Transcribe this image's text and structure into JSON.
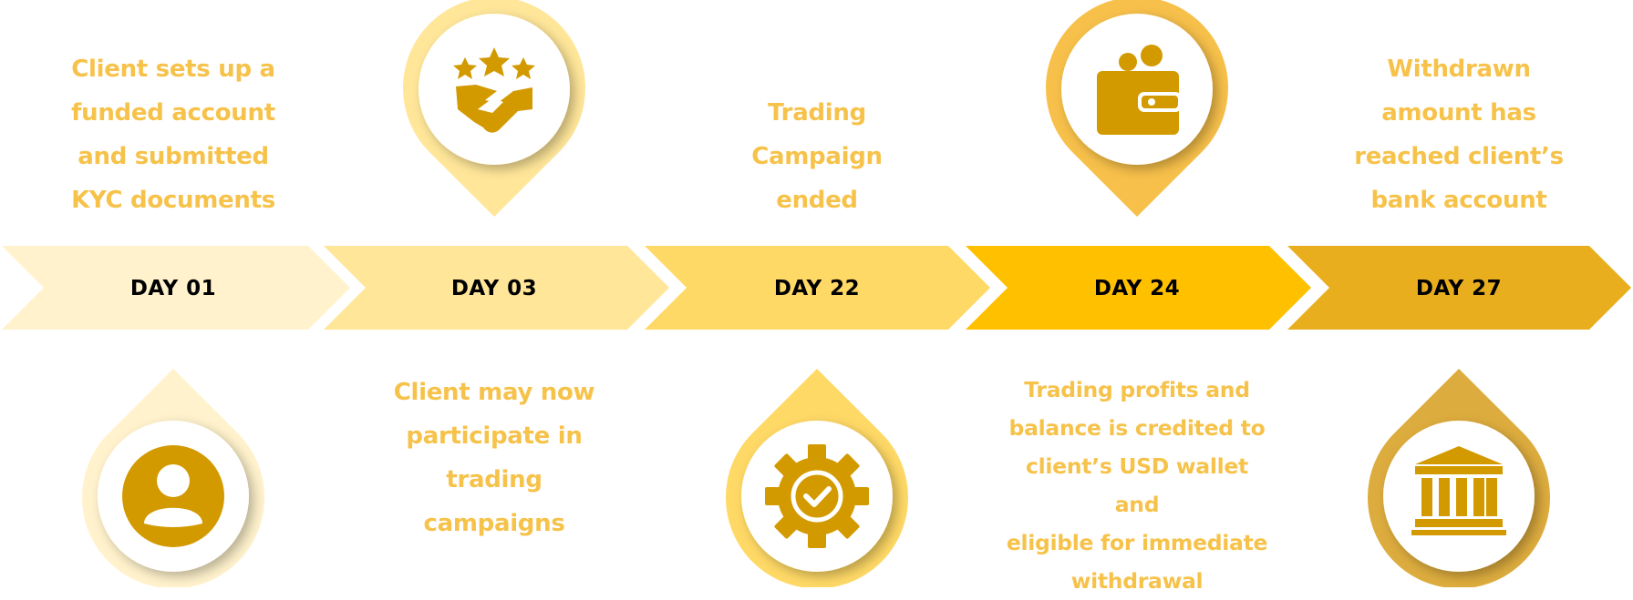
{
  "colors": {
    "text": "#F6C24A",
    "icon": "#D39A00",
    "pin_face": "#FFFFFF",
    "day_text": "#000000"
  },
  "steps": [
    {
      "day": "DAY 01",
      "arrow_color": "#FFF2CC",
      "pin_color": "#FFF2CC",
      "icon": "user-icon",
      "text": "Client sets up a\nfunded account\nand submitted\nKYC documents"
    },
    {
      "day": "DAY 03",
      "arrow_color": "#FFE699",
      "pin_color": "#FFE699",
      "icon": "handshake-stars-icon",
      "text": "Client may now\nparticipate in\ntrading\ncampaigns"
    },
    {
      "day": "DAY 22",
      "arrow_color": "#FFD966",
      "pin_color": "#FFD966",
      "icon": "gear-check-icon",
      "text": "Trading\nCampaign\nended"
    },
    {
      "day": "DAY 24",
      "arrow_color": "#FFC000",
      "pin_color": "#F7C04A",
      "icon": "wallet-icon",
      "text": "Trading profits and\nbalance is credited to\nclient’s USD wallet and\neligible for immediate\nwithdrawal"
    },
    {
      "day": "DAY 27",
      "arrow_color": "#E8AE1E",
      "pin_color": "#DDAC3E",
      "icon": "bank-icon",
      "text": "Withdrawn\namount has\nreached client’s\nbank account"
    }
  ]
}
